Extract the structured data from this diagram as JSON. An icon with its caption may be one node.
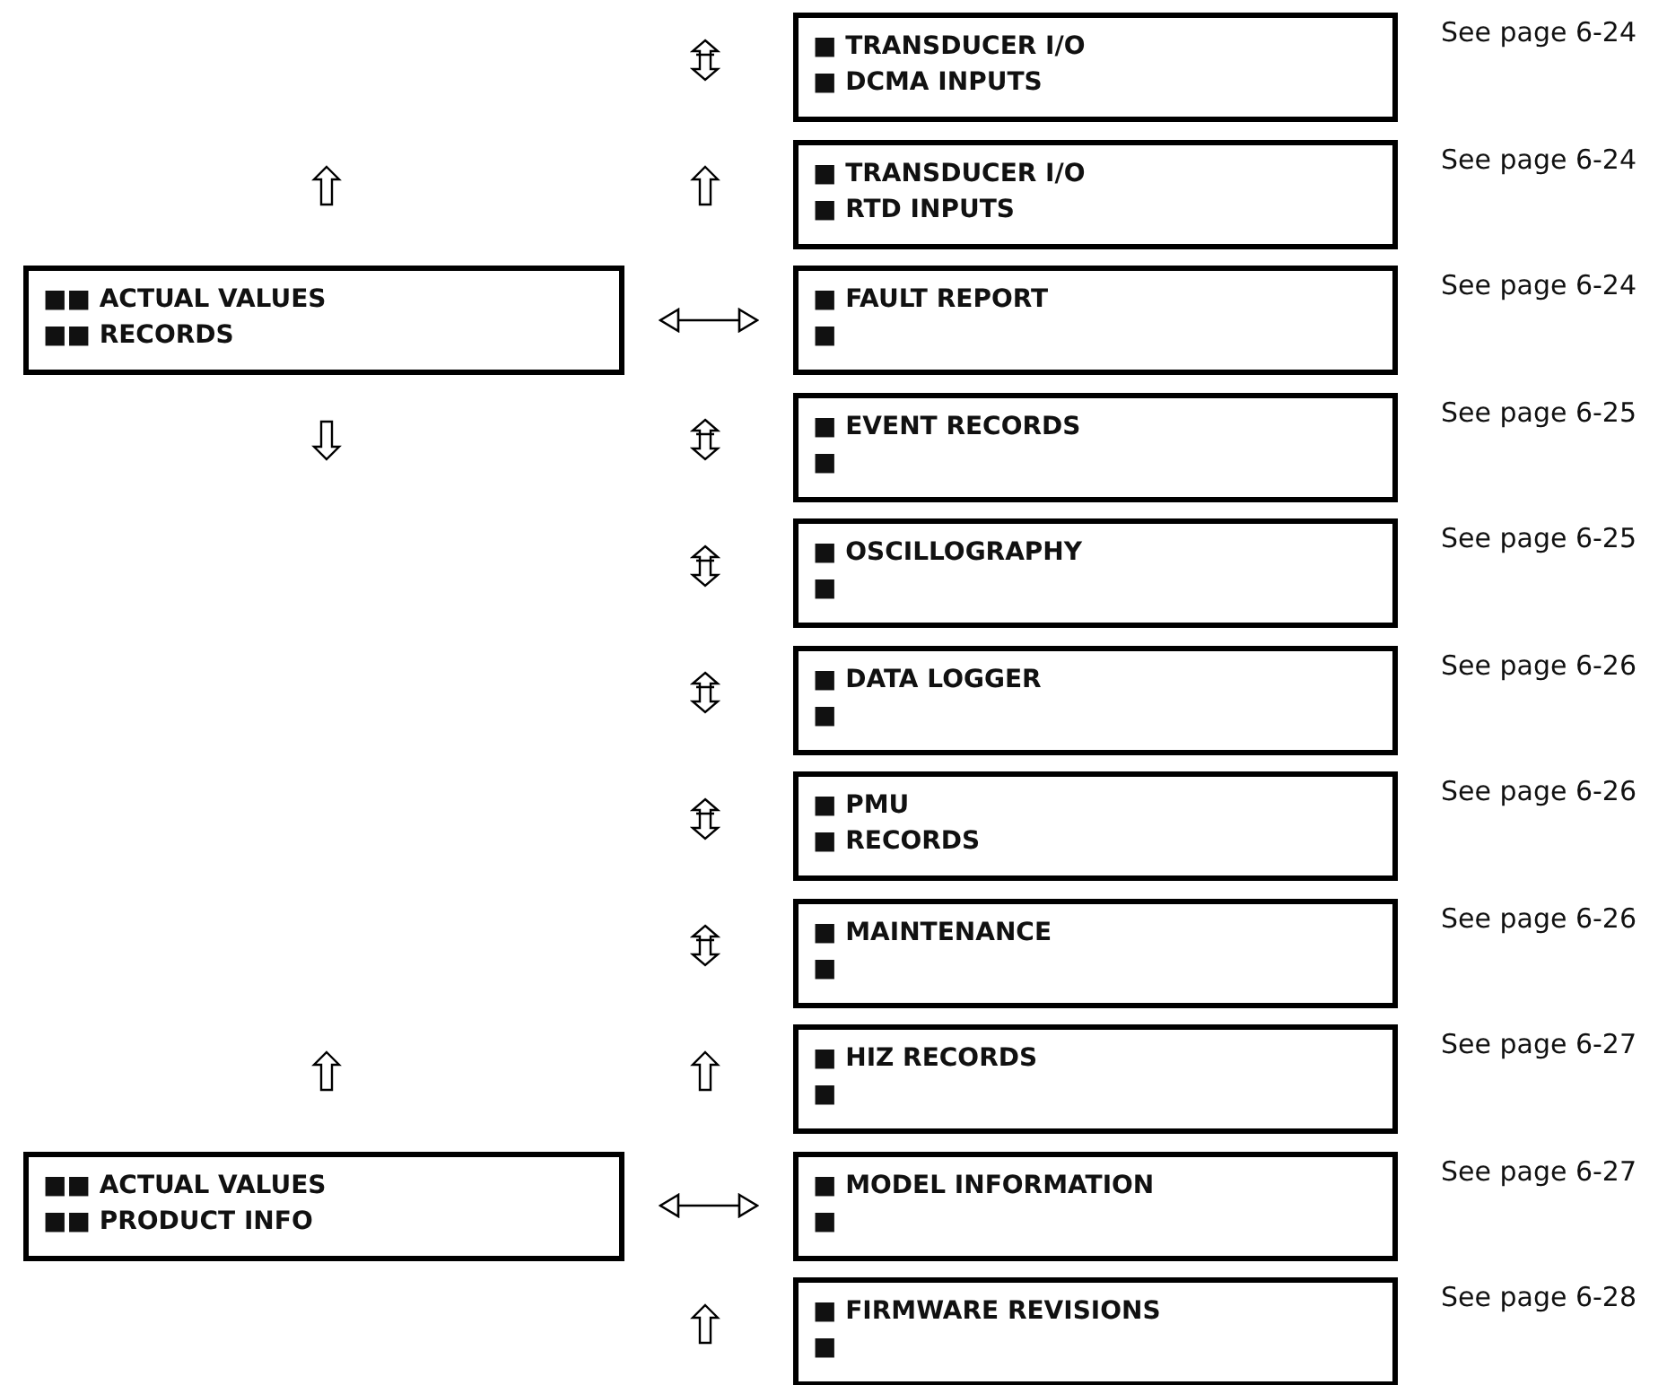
{
  "diagram": {
    "nodes": [
      {
        "text": [
          "■ TRANSDUCER I/O",
          "■ DCMA INPUTS"
        ],
        "beside": [
          "See page 6-24"
        ]
      },
      {
        "text": [
          "■ TRANSDUCER I/O",
          "■ RTD INPUTS"
        ],
        "beside": [
          "See page 6-24"
        ]
      },
      {
        "text": [
          "■■ ACTUAL VALUES",
          "■■ RECORDS"
        ]
      },
      {
        "text": [
          "■ FAULT REPORT",
          "■"
        ],
        "beside": [
          "See page 6-24"
        ]
      },
      {
        "text": [
          "■ EVENT RECORDS",
          "■"
        ],
        "beside": [
          "See page 6-25"
        ]
      },
      {
        "text": [
          "■ OSCILLOGRAPHY",
          "■"
        ],
        "beside": [
          "See page 6-25"
        ]
      },
      {
        "text": [
          "■ DATA LOGGER",
          "■"
        ],
        "beside": [
          "See page 6-26"
        ]
      },
      {
        "text": [
          "■ PMU",
          "■ RECORDS"
        ],
        "beside": [
          "See page 6-26"
        ]
      },
      {
        "text": [
          "■ MAINTENANCE",
          "■"
        ],
        "beside": [
          "See page 6-26"
        ]
      },
      {
        "text": [
          "■ HIZ RECORDS",
          "■"
        ],
        "beside": [
          "See page 6-27"
        ]
      },
      {
        "text": [
          "■■ ACTUAL VALUES",
          "■■ PRODUCT INFO"
        ]
      },
      {
        "text": [
          "■ MODEL INFORMATION",
          "■"
        ],
        "beside": [
          "See page 6-27"
        ]
      },
      {
        "text": [
          "■ FIRMWARE REVISIONS",
          "■"
        ],
        "beside": [
          "See page 6-28"
        ]
      }
    ],
    "edges": [
      {
        "from": 2,
        "to": 3,
        "arrow": "both"
      },
      {
        "from": 10,
        "to": 11,
        "arrow": "both"
      }
    ]
  }
}
